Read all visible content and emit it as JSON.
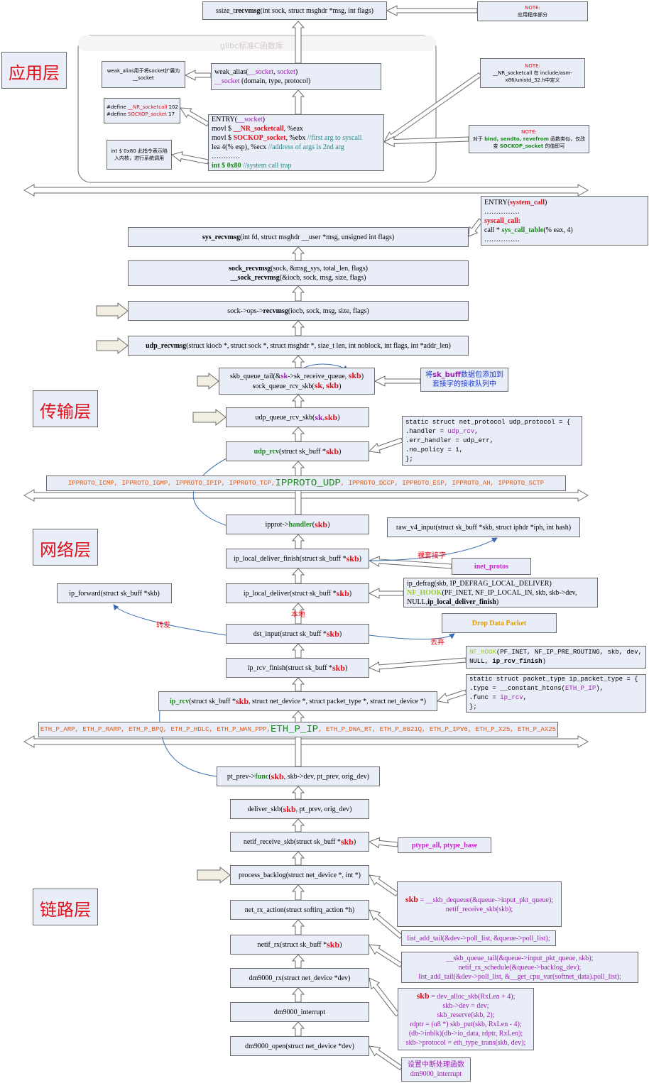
{
  "layers": {
    "app": "应用层",
    "transport": "传输层",
    "network": "网络层",
    "link": "链路层"
  },
  "app": {
    "recvmsg_fn": "ssize_t ",
    "recvmsg_name": "recvmsg",
    "recvmsg_args": "(int sock, struct msghdr *msg, int flags)",
    "note1_title": "NOTE:",
    "note1_body": "应用程序部分",
    "glibc_title": "glibc标准C函数库",
    "weak_note": "weak_alias用于将socket扩展为__socket",
    "weak_line1_a": "weak_alias(",
    "weak_line1_b": "__socket",
    "weak_line1_c": ", ",
    "weak_line1_d": "socket",
    "weak_line1_e": ")",
    "weak_line2_a": "__socket",
    "weak_line2_b": " (domain, type, protocol)",
    "define_line1_a": "#define  ",
    "define_line1_b": "__NR_socketcall",
    "define_line1_c": "  102",
    "define_line2_a": "#define ",
    "define_line2_b": "SOCKOP_socket",
    "define_line2_c": "   17",
    "int80_note": "int $ 0x80  此指令表示陷入内核，进行系统调用",
    "entry_1_a": "ENTRY(",
    "entry_1_b": "__socket",
    "entry_1_c": ")",
    "entry_2_a": "movl $ ",
    "entry_2_b": "__NR_socketcall",
    "entry_2_c": ", %eax",
    "entry_3_a": "movl $ ",
    "entry_3_b": "SOCKOP_socket",
    "entry_3_c": ", %ebx  ",
    "entry_3_d": "//first arg to syscall",
    "entry_4_a": "lea 4(% esp), %ecx         ",
    "entry_4_b": "//address of args is 2nd arg",
    "entry_5": "…………",
    "entry_6_a": "int $ 0x80",
    "entry_6_b": "                    //system call trap",
    "note2_title": "NOTE:",
    "note2_body": "__NR_socketcall 在 include/asm-x86/unistd_32.h中定义",
    "note3_title": "NOTE:",
    "note3_body_a": "对于 ",
    "note3_body_b": "bind, sendto, revefrom",
    "note3_body_c": " 函数类似，仅改变 ",
    "note3_body_d": "SOCKOP_socket",
    "note3_body_e": " 的值即可"
  },
  "syscall": {
    "entry_a": "ENTRY(",
    "entry_b": "system_call",
    "entry_c": ")",
    "dots1": "……………",
    "syscall_label": "syscall_call:",
    "call_a": "     call  * ",
    "call_b": "sys_call_table",
    "call_c": "(% eax, 4)",
    "dots2": "……………",
    "sys_recvmsg_a": "sys_recvmsg",
    "sys_recvmsg_b": "(int fd, struct msghdr __user *msg, unsigned int flags)",
    "sock_recvmsg_a": "sock_recvmsg",
    "sock_recvmsg_b": "(sock, &msg_sys, total_len, flags)",
    "sock_recvmsg2_a": "__sock_recvmsg",
    "sock_recvmsg2_b": "(&iocb, sock, msg, size, flags)",
    "ops_a": "sock->ops->",
    "ops_b": "recvmsg",
    "ops_c": "(iocb, sock, msg, size, flags)"
  },
  "transport": {
    "udp_recvmsg_a": "udp_recvmsg",
    "udp_recvmsg_b": "(struct kiocb *, struct sock *, struct msghdr *, size_t len, int noblock, int flags, int *addr_len)",
    "queue_tail_a": "skb_queue_tail(&",
    "queue_tail_b": "sk",
    "queue_tail_c": "->sk_receive_queue, ",
    "queue_tail_d": "skb",
    "queue_tail_e": ")",
    "queue_rcv_a": "sock_queue_rcv_skb(",
    "queue_rcv_b": "sk",
    "queue_rcv_c": ", ",
    "queue_rcv_d": "skb",
    "queue_rcv_e": ")",
    "queue_note_a": "将",
    "queue_note_b": "sk_buff",
    "queue_note_c": "数据包添加到套接字的接收队列中",
    "udp_queue_a": "udp_queue_rcv_skb(",
    "udp_queue_b": "sk",
    "udp_queue_c": ", ",
    "udp_queue_d": "skb",
    "udp_queue_e": ")",
    "udp_rcv_a": "udp_rcv",
    "udp_rcv_b": "(struct sk_buff *",
    "udp_rcv_c": "skb",
    "udp_rcv_d": ")",
    "udp_proto_1": "static struct net_protocol udp_protocol = {",
    "udp_proto_2_a": "        .handler = ",
    "udp_proto_2_b": "udp_rcv",
    "udp_proto_2_c": ",",
    "udp_proto_3": "        .err_handler =        udp_err,",
    "udp_proto_4": "        .no_policy =          1,",
    "udp_proto_5": "};",
    "protos_a": "IPPROTO_ICMP, IPPROTO_IGMP, IPPROTO_IPIP, IPPROTO_TCP, ",
    "protos_big": "IPPROTO_UDP",
    "protos_b": ", IPPROTO_DCCP, IPPROTO_ESP, IPPROTO_AH, IPPROTO_SCTP"
  },
  "network": {
    "handler_a": "ipprot->",
    "handler_b": "handler",
    "handler_c": "(",
    "handler_d": "skb",
    "handler_e": ")",
    "raw": "raw_v4_input(struct sk_buff *skb, struct iphdr *iph, int hash)",
    "raw_label": "裸套接字",
    "inet_protos": "inet_protos",
    "deliver_finish_a": "ip_local_deliver_finish(struct sk_buff *",
    "deliver_finish_b": "skb",
    "deliver_finish_c": ")",
    "deliver_a": "ip_local_deliver(struct sk_buff *",
    "deliver_b": "skb",
    "deliver_c": ")",
    "defrag_1": "ip_defrag(skb, IP_DEFRAG_LOCAL_DELIVER)",
    "defrag_2_a": "NF_HOOK",
    "defrag_2_b": "(PF_INET, NF_IP_LOCAL_IN, skb, skb->dev,",
    "defrag_3_a": "NULL,",
    "defrag_3_b": "ip_local_deliver_finish",
    "defrag_3_c": ")",
    "forward": "ip_forward(struct sk_buff *skb)",
    "local_label": "本地",
    "forward_label": "转发",
    "drop_label": "丢弃",
    "drop": "Drop Data Packet",
    "dst_a": "dst_input(struct sk_buff *",
    "dst_b": "skb",
    "dst_c": ")",
    "rcv_finish_a": "ip_rcv_finish(struct sk_buff *",
    "rcv_finish_b": "skb",
    "rcv_finish_c": ")",
    "hook_1_a": "NF_HOOK",
    "hook_1_b": "(PF_INET,  NF_IP_PRE_ROUTING,  skb,  dev,",
    "hook_2_a": "NULL, ",
    "hook_2_b": "ip_rcv_finish",
    "hook_2_c": ")",
    "ip_rcv_a": "ip_rcv",
    "ip_rcv_b": "(struct sk_buff *",
    "ip_rcv_c": "skb",
    "ip_rcv_d": ", struct net_device *, struct packet_type *, struct net_device *)",
    "ptype_1": "static struct packet_type ip_packet_type = {",
    "ptype_2_a": "        .type = __constant_htons(",
    "ptype_2_b": "ETH_P_IP",
    "ptype_2_c": "),",
    "ptype_3_a": "        .func = ",
    "ptype_3_b": "ip_rcv",
    "ptype_3_c": ",",
    "ptype_4": "};",
    "eth_a": "ETH_P_ARP, ETH_P_RARP, ETH_P_BPQ, ETH_P_HDLC, ETH_P_WAN_PPP, ",
    "eth_big": "ETH_P_IP",
    "eth_b": ", ETH_P_DNA_RT, ETH_P_8021Q, ETH_P_IPV6, ETH_P_X25, ETH_P_AX25"
  },
  "link": {
    "func_a": "pt_prev->",
    "func_b": "func",
    "func_c": "(",
    "func_d": "skb",
    "func_e": ", skb->dev, pt_prev, orig_dev)",
    "deliver_a": "deliver_skb(",
    "deliver_b": "skb",
    "deliver_c": ", pt_prev, orig_dev)",
    "netif_recv_a": "netif_receive_skb(struct sk_buff *",
    "netif_recv_b": "skb",
    "netif_recv_c": ")",
    "ptype_all": "ptype_all,  ptype_base",
    "backlog": "process_backlog(struct net_device *, int *)",
    "dequeue_a": "skb",
    "dequeue_b": " = __skb_dequeue(&queue->input_pkt_queue);",
    "dequeue_c": "netif_receive_skb(skb);",
    "rx_action": "net_rx_action(struct softirq_action *h)",
    "list_add": "list_add_tail(&dev->poll_list, &queue->poll_list);",
    "netif_rx_a": "netif_rx(struct sk_buff *",
    "netif_rx_b": "skb",
    "netif_rx_c": ")",
    "qtail_1": "__skb_queue_tail(&queue->input_pkt_queue, skb);",
    "qtail_2": "netif_rx_schedule(&queue->backlog_dev);",
    "qtail_3": "list_add_tail(&dev->poll_list, &__get_cpu_var(softnet_data).poll_list);",
    "dm_rx": "dm9000_rx(struct net_device *dev)",
    "alloc_1_a": "skb",
    "alloc_1_b": " = dev_alloc_skb(RxLen + 4);",
    "alloc_2": "skb->dev = dev;",
    "alloc_3": "skb_reserve(skb, 2);",
    "alloc_4": "rdptr = (u8 *) skb_put(skb, RxLen - 4);",
    "alloc_5": "(db->inblk)(db->io_data, rdptr, RxLen);",
    "alloc_6": "skb->protocol = eth_type_trans(skb, dev);",
    "dm_int": "dm9000_interrupt",
    "dm_open": "dm9000_open(struct net_device *dev)",
    "irq_1": "设置中断处理函数",
    "irq_2": "dm9000_interrupt"
  },
  "colors": {
    "box_fill": "#e8edf7",
    "border": "#6b6b6b",
    "red": "#e0101a",
    "green": "#1a8a1a",
    "arrow_fill": "#f2efe2"
  }
}
